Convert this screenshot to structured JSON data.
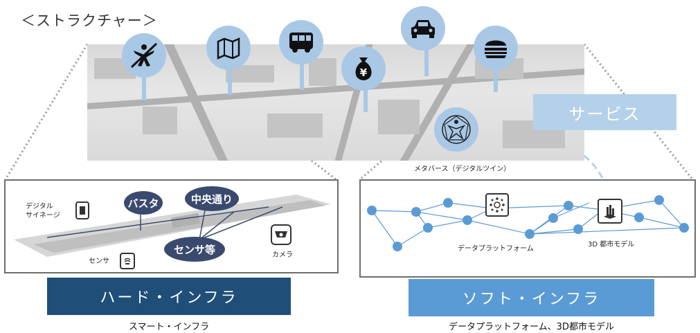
{
  "title": "＜ストラクチャー＞",
  "structure": {
    "service_label": "サービス",
    "metaverse_label": "メタバース（デジタルツイン）",
    "service_icons": [
      "traffic-accident-icon",
      "map-icon",
      "bus-icon",
      "money-bag-yen-icon",
      "car-icon",
      "burger-icon",
      "metaverse-icon"
    ],
    "yen_glyph": "¥"
  },
  "hard_infra": {
    "bubbles": [
      "バスタ",
      "中央通り",
      "センサ等"
    ],
    "digital_signage_label": "デジタル\nサイネージ",
    "sensor_label": "センサ",
    "camera_label": "カメラ",
    "bar_label": "ハード・インフラ",
    "subtitle": "スマート・インフラ"
  },
  "soft_infra": {
    "data_platform_label": "データプラットフォーム",
    "model_3d_label": "3D 都市モデル",
    "bar_label": "ソフト・インフラ",
    "subtitle": "データプラットフォーム、3D都市モデル"
  },
  "colors": {
    "icon_bg": "#a8c8e6",
    "service_box": "#b5d1ea",
    "hard_bar": "#1f4e79",
    "soft_bar": "#5b9bd5",
    "bubble": "#3a4a6e",
    "network_node": "#5b9bd5"
  }
}
